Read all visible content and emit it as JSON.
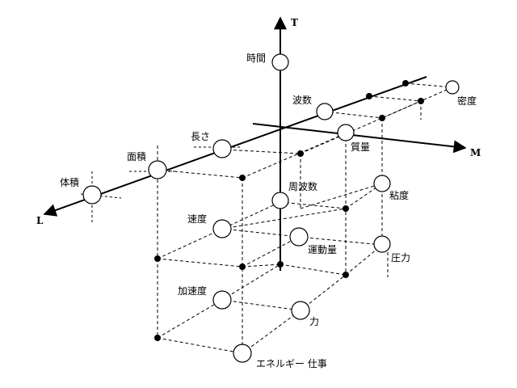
{
  "axes": {
    "t": "T",
    "l": "L",
    "m": "M"
  },
  "quantities": {
    "time": "時間",
    "wavenumber": "波数",
    "density": "密度",
    "mass": "質量",
    "length": "長さ",
    "area": "面積",
    "volume": "体積",
    "frequency": "周波数",
    "viscosity": "粘度",
    "velocity": "速度",
    "momentum": "運動量",
    "pressure": "圧力",
    "acceleration": "加速度",
    "force": "力",
    "energy": "エネルギー 仕事"
  }
}
